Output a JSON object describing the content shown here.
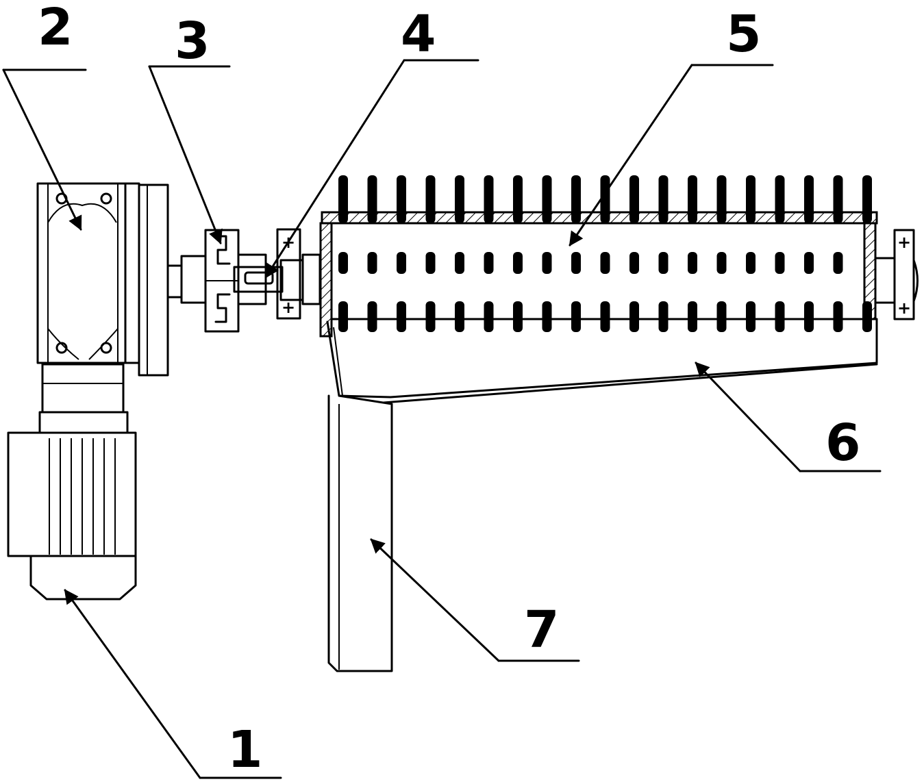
{
  "callouts": [
    {
      "id": "1",
      "label": "1"
    },
    {
      "id": "2",
      "label": "2"
    },
    {
      "id": "3",
      "label": "3"
    },
    {
      "id": "4",
      "label": "4"
    },
    {
      "id": "5",
      "label": "5"
    },
    {
      "id": "6",
      "label": "6"
    },
    {
      "id": "7",
      "label": "7"
    }
  ],
  "bearing_marks": [
    "+",
    "+",
    "+",
    "+"
  ],
  "colors": {
    "line": "#000000",
    "hatch": "#000000",
    "background": "#ffffff"
  },
  "tooth_counts": {
    "top_row": 19,
    "middle_row": 18,
    "bottom_row": 19
  }
}
